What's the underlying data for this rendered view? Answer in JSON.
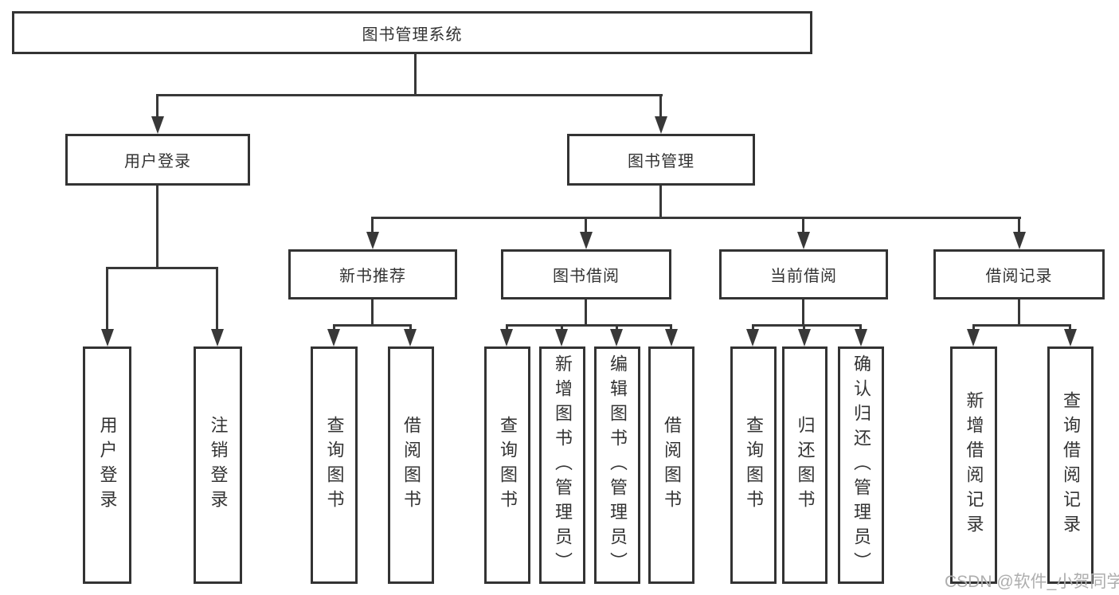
{
  "tree": {
    "label": "图书管理系统",
    "children": [
      {
        "label": "用户登录",
        "children": [
          {
            "label": "用户登录"
          },
          {
            "label": "注销登录"
          }
        ]
      },
      {
        "label": "图书管理",
        "children": [
          {
            "label": "新书推荐",
            "children": [
              {
                "label": "查询图书"
              },
              {
                "label": "借阅图书"
              }
            ]
          },
          {
            "label": "图书借阅",
            "children": [
              {
                "label": "查询图书"
              },
              {
                "label": "新增图书（管理员）"
              },
              {
                "label": "编辑图书（管理员）"
              },
              {
                "label": "借阅图书"
              }
            ]
          },
          {
            "label": "当前借阅",
            "children": [
              {
                "label": "查询图书"
              },
              {
                "label": "归还图书"
              },
              {
                "label": "确认归还（管理员）"
              }
            ]
          },
          {
            "label": "借阅记录",
            "children": [
              {
                "label": "新增借阅记录"
              },
              {
                "label": "查询借阅记录"
              }
            ]
          }
        ]
      }
    ]
  },
  "watermark": {
    "text": "CSDN @软件_小贺同学"
  },
  "colors": {
    "line": "#383838",
    "border": "#333333",
    "text": "#333333",
    "watermark": "#aeaeae",
    "background": "#ffffff"
  }
}
